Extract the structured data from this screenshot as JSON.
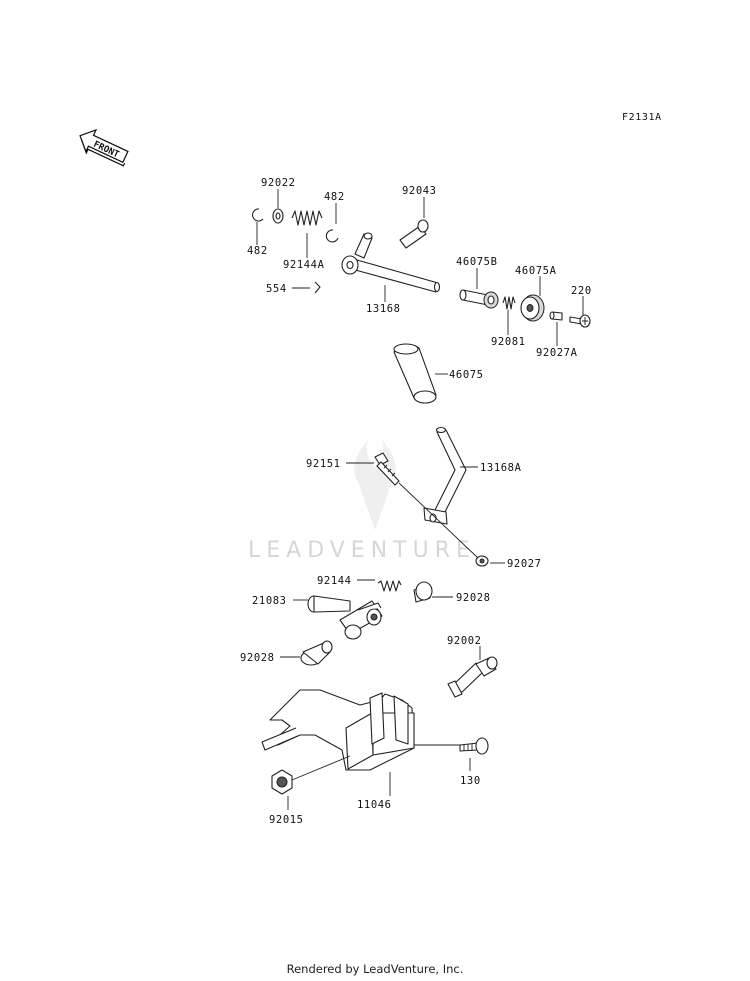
{
  "diagram": {
    "reference_code": "F2131A",
    "direction_arrow_label": "FRONT",
    "watermark": "LEADVENTURE",
    "credit": "Rendered by LeadVenture, Inc.",
    "callouts": [
      "92022",
      "482",
      "482",
      "92144A",
      "92043",
      "554",
      "13168",
      "46075B",
      "46075A",
      "220",
      "92081",
      "92027A",
      "46075",
      "92151",
      "13168A",
      "92027",
      "92144",
      "21083",
      "92028",
      "92028",
      "92002",
      "130",
      "11046",
      "92015"
    ]
  }
}
